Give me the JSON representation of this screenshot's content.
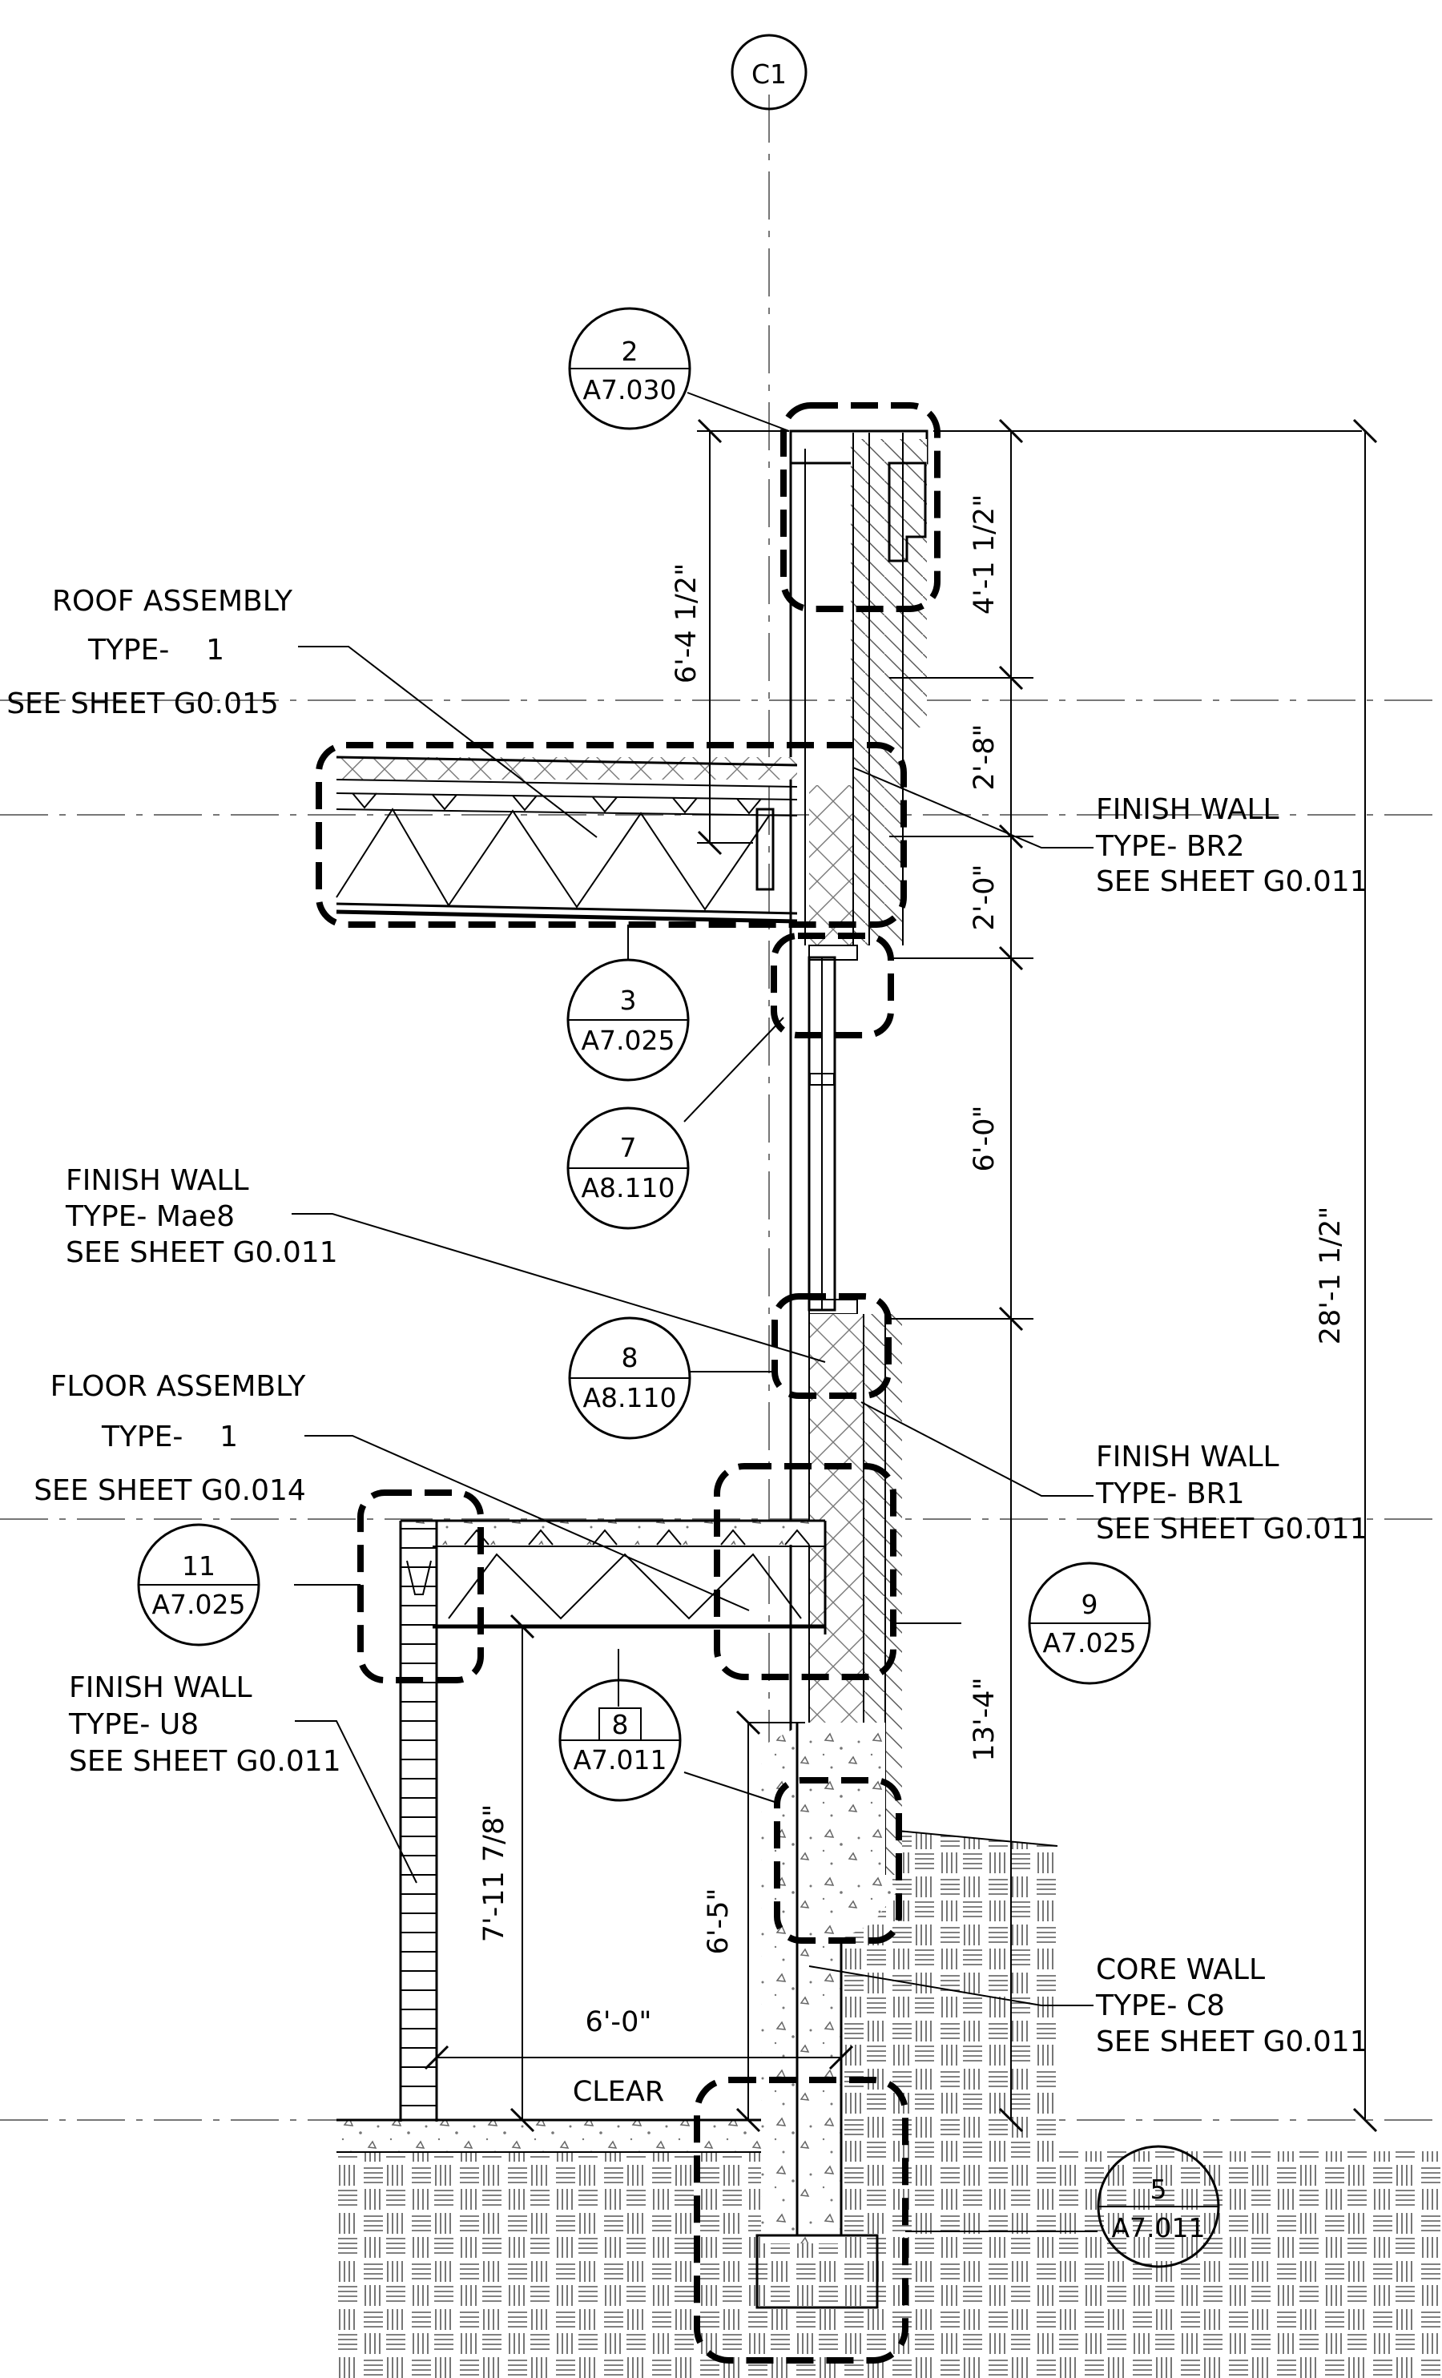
{
  "gridline": {
    "label": "C1"
  },
  "callouts": {
    "c2": {
      "num": "2",
      "sheet": "A7.030"
    },
    "c3": {
      "num": "3",
      "sheet": "A7.025"
    },
    "c7": {
      "num": "7",
      "sheet": "A8.110"
    },
    "c8a": {
      "num": "8",
      "sheet": "A8.110"
    },
    "c11": {
      "num": "11",
      "sheet": "A7.025"
    },
    "c9": {
      "num": "9",
      "sheet": "A7.025"
    },
    "c8b": {
      "num": "8",
      "sheet": "A7.011"
    },
    "c5": {
      "num": "5",
      "sheet": "A7.011"
    }
  },
  "notes": {
    "roof": [
      "ROOF ASSEMBLY",
      "TYPE-    1",
      "SEE SHEET G0.015"
    ],
    "br2": [
      "FINISH WALL",
      "TYPE- BR2",
      "SEE SHEET G0.011"
    ],
    "mae8": [
      "FINISH WALL",
      "TYPE- Mae8",
      "SEE SHEET G0.011"
    ],
    "floor": [
      "FLOOR ASSEMBLY",
      "TYPE-    1",
      "SEE SHEET G0.014"
    ],
    "br1": [
      "FINISH WALL",
      "TYPE- BR1",
      "SEE SHEET G0.011"
    ],
    "u8": [
      "FINISH WALL",
      "TYPE- U8",
      "SEE SHEET G0.011"
    ],
    "c8": [
      "CORE WALL",
      "TYPE- C8",
      "SEE SHEET G0.011"
    ]
  },
  "dimensions": {
    "d1": "6'-4 1/2\"",
    "d2": "4'-1 1/2\"",
    "d3": "2'-8\"",
    "d4": "2'-0\"",
    "d5": "6'-0\"",
    "d6": "28'-1 1/2\"",
    "d7": "13'-4\"",
    "d8": "7'-11 7/8\"",
    "d9": "6'-5\"",
    "d10": "6'-0\"",
    "d10_note": "CLEAR"
  }
}
